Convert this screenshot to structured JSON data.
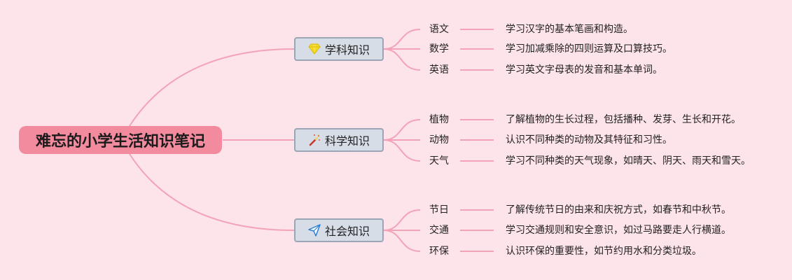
{
  "root": {
    "title": "难忘的小学生活知识笔记"
  },
  "colors": {
    "background": "#fde3ea",
    "line": "#f3a3b8",
    "root": "#f38b9f",
    "branch_fill": "#d7dde6",
    "branch_border": "#9aa5b5"
  },
  "branches": [
    {
      "label": "学科知识",
      "icon": "gem-icon",
      "items": [
        {
          "label": "语文",
          "desc": "学习汉字的基本笔画和构造。"
        },
        {
          "label": "数学",
          "desc": "学习加减乘除的四则运算及口算技巧。"
        },
        {
          "label": "英语",
          "desc": "学习英文字母表的发音和基本单词。"
        }
      ]
    },
    {
      "label": "科学知识",
      "icon": "magic-wand-icon",
      "items": [
        {
          "label": "植物",
          "desc": "了解植物的生长过程，包括播种、发芽、生长和开花。"
        },
        {
          "label": "动物",
          "desc": "认识不同种类的动物及其特征和习性。"
        },
        {
          "label": "天气",
          "desc": "学习不同种类的天气现象，如晴天、阴天、雨天和雪天。"
        }
      ]
    },
    {
      "label": "社会知识",
      "icon": "paper-plane-icon",
      "items": [
        {
          "label": "节日",
          "desc": "了解传统节日的由来和庆祝方式，如春节和中秋节。"
        },
        {
          "label": "交通",
          "desc": "学习交通规则和安全意识，如过马路要走人行横道。"
        },
        {
          "label": "环保",
          "desc": "认识环保的重要性，如节约用水和分类垃圾。"
        }
      ]
    }
  ]
}
